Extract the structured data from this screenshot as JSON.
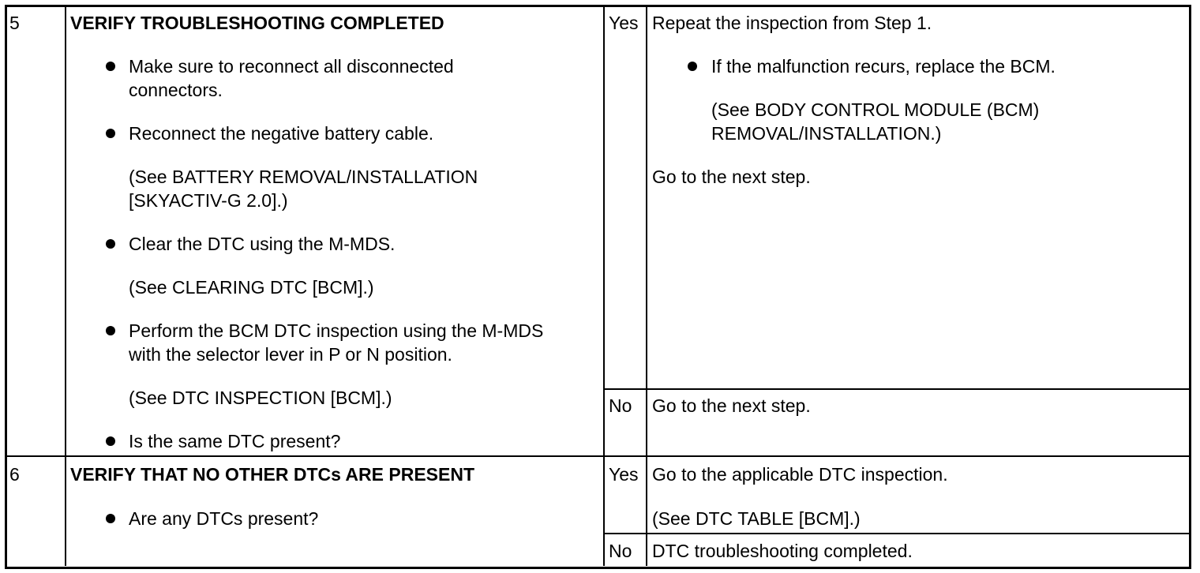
{
  "rows": [
    {
      "step": "5",
      "title": "VERIFY TROUBLESHOOTING COMPLETED",
      "items": {
        "b1_line1": "Make sure to reconnect all disconnected",
        "b1_line2": "connectors.",
        "b2": "Reconnect the negative battery cable.",
        "ref1_line1": "(See BATTERY REMOVAL/INSTALLATION",
        "ref1_line2": "[SKYACTIV-G 2.0].)",
        "b3": "Clear the DTC using the M-MDS.",
        "ref2": "(See CLEARING DTC [BCM].)",
        "b4_line1": "Perform the BCM DTC inspection using the M-MDS",
        "b4_line2": "with the selector lever in P or N position.",
        "ref3": "(See DTC INSPECTION [BCM].)",
        "b5": "Is the same DTC present?"
      },
      "yes": {
        "label": "Yes",
        "line1": "Repeat the inspection from Step 1.",
        "bullet": "If the malfunction recurs, replace the BCM.",
        "ref_line1": "(See BODY CONTROL MODULE (BCM)",
        "ref_line2": "REMOVAL/INSTALLATION.)",
        "next": "Go to the next step."
      },
      "no": {
        "label": "No",
        "action": "Go to the next step."
      }
    },
    {
      "step": "6",
      "title": "VERIFY THAT NO OTHER DTCs ARE PRESENT",
      "items": {
        "b1": "Are any DTCs present?"
      },
      "yes": {
        "label": "Yes",
        "line1": "Go to the applicable DTC inspection.",
        "ref": "(See DTC TABLE [BCM].)"
      },
      "no": {
        "label": "No",
        "action": "DTC troubleshooting completed."
      }
    }
  ]
}
